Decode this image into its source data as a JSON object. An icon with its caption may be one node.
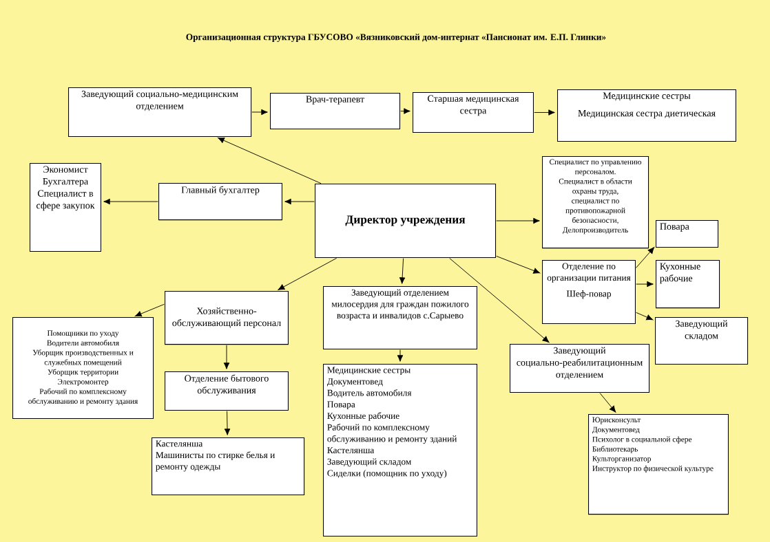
{
  "diagram": {
    "title": "Организационная структура  ГБУСОВО «Вязниковский дом-интернат «Пансионат им. Е.П. Глинки»",
    "nodes": [
      {
        "text": [
          "Директор учреждения"
        ]
      },
      {
        "text": [
          "Заведующий социально-медицинским отделением"
        ]
      },
      {
        "text": [
          "Врач-терапевт"
        ]
      },
      {
        "text": [
          "Старшая медицинская сестра"
        ]
      },
      {
        "text": [
          "Медицинские сестры",
          "Медицинская сестра  диетическая"
        ]
      },
      {
        "text": [
          "Главный бухгалтер"
        ]
      },
      {
        "text": [
          "Экономист",
          "Бухгалтера",
          "Специалист в сфере закупок"
        ]
      },
      {
        "text": [
          "Специалист по управлению персоналом.",
          "Специалист в области охраны труда,",
          "специалист по противопожарной безопасности,",
          "Делопроизводитель"
        ]
      },
      {
        "text": [
          "Отделение по организации питания",
          "Шеф-повар"
        ]
      },
      {
        "text": [
          "Повара"
        ]
      },
      {
        "text": [
          "Кухонные рабочие"
        ]
      },
      {
        "text": [
          "Заведующий складом"
        ]
      },
      {
        "text": [
          "Хозяйственно-обслуживающий персонал"
        ]
      },
      {
        "text": [
          "Помощники по уходу",
          "Водители автомобиля",
          "Уборщик производственных и служебных  помещений",
          "Уборщик территории",
          "Электромонтер",
          "Рабочий по комплексному обслуживанию и ремонту здания"
        ]
      },
      {
        "text": [
          "Отделение бытового обслуживания"
        ]
      },
      {
        "text": [
          "Кастелянша",
          "Машинисты  по стирке  белья и ремонту одежды"
        ]
      },
      {
        "text": [
          "Заведующий  отделением милосердия для граждан пожилого возраста и инвалидов с.Сарыево"
        ]
      },
      {
        "text": [
          "Медицинские сестры",
          "Документовед",
          "Водитель автомобиля",
          "Повара",
          "Кухонные рабочие",
          "Рабочий по комплексному обслуживанию и ремонту зданий",
          "Кастелянша",
          "Заведующий складом",
          "Сиделки (помощник по уходу)"
        ]
      },
      {
        "text": [
          "Заведующий  социально-реабилитационным отделением"
        ]
      },
      {
        "text": [
          "Юрисконсульт",
          "Документовед",
          "Психолог в социальной сфере",
          "Библиотекарь",
          "Культорганизатор",
          "Инструктор по физической культуре"
        ]
      }
    ],
    "edges": [
      {
        "from": 1,
        "to": 2,
        "arrow": "to"
      },
      {
        "from": 2,
        "to": 3,
        "arrow": "to"
      },
      {
        "from": 3,
        "to": 4,
        "arrow": "to"
      },
      {
        "from": 0,
        "to": 1,
        "arrow": "to"
      },
      {
        "from": 0,
        "to": 5,
        "arrow": "to"
      },
      {
        "from": 5,
        "to": 6,
        "arrow": "to"
      },
      {
        "from": 0,
        "to": 7,
        "arrow": "to"
      },
      {
        "from": 0,
        "to": 8,
        "arrow": "to"
      },
      {
        "from": 8,
        "to": 9,
        "arrow": "to"
      },
      {
        "from": 8,
        "to": 10,
        "arrow": "to"
      },
      {
        "from": 8,
        "to": 11,
        "arrow": "to"
      },
      {
        "from": 0,
        "to": 12,
        "arrow": "to"
      },
      {
        "from": 12,
        "to": 13,
        "arrow": "to"
      },
      {
        "from": 12,
        "to": 14,
        "arrow": "to"
      },
      {
        "from": 14,
        "to": 15,
        "arrow": "to"
      },
      {
        "from": 0,
        "to": 16,
        "arrow": "to"
      },
      {
        "from": 16,
        "to": 17,
        "arrow": "to"
      },
      {
        "from": 0,
        "to": 18,
        "arrow": "to"
      },
      {
        "from": 18,
        "to": 19,
        "arrow": "to"
      }
    ]
  }
}
